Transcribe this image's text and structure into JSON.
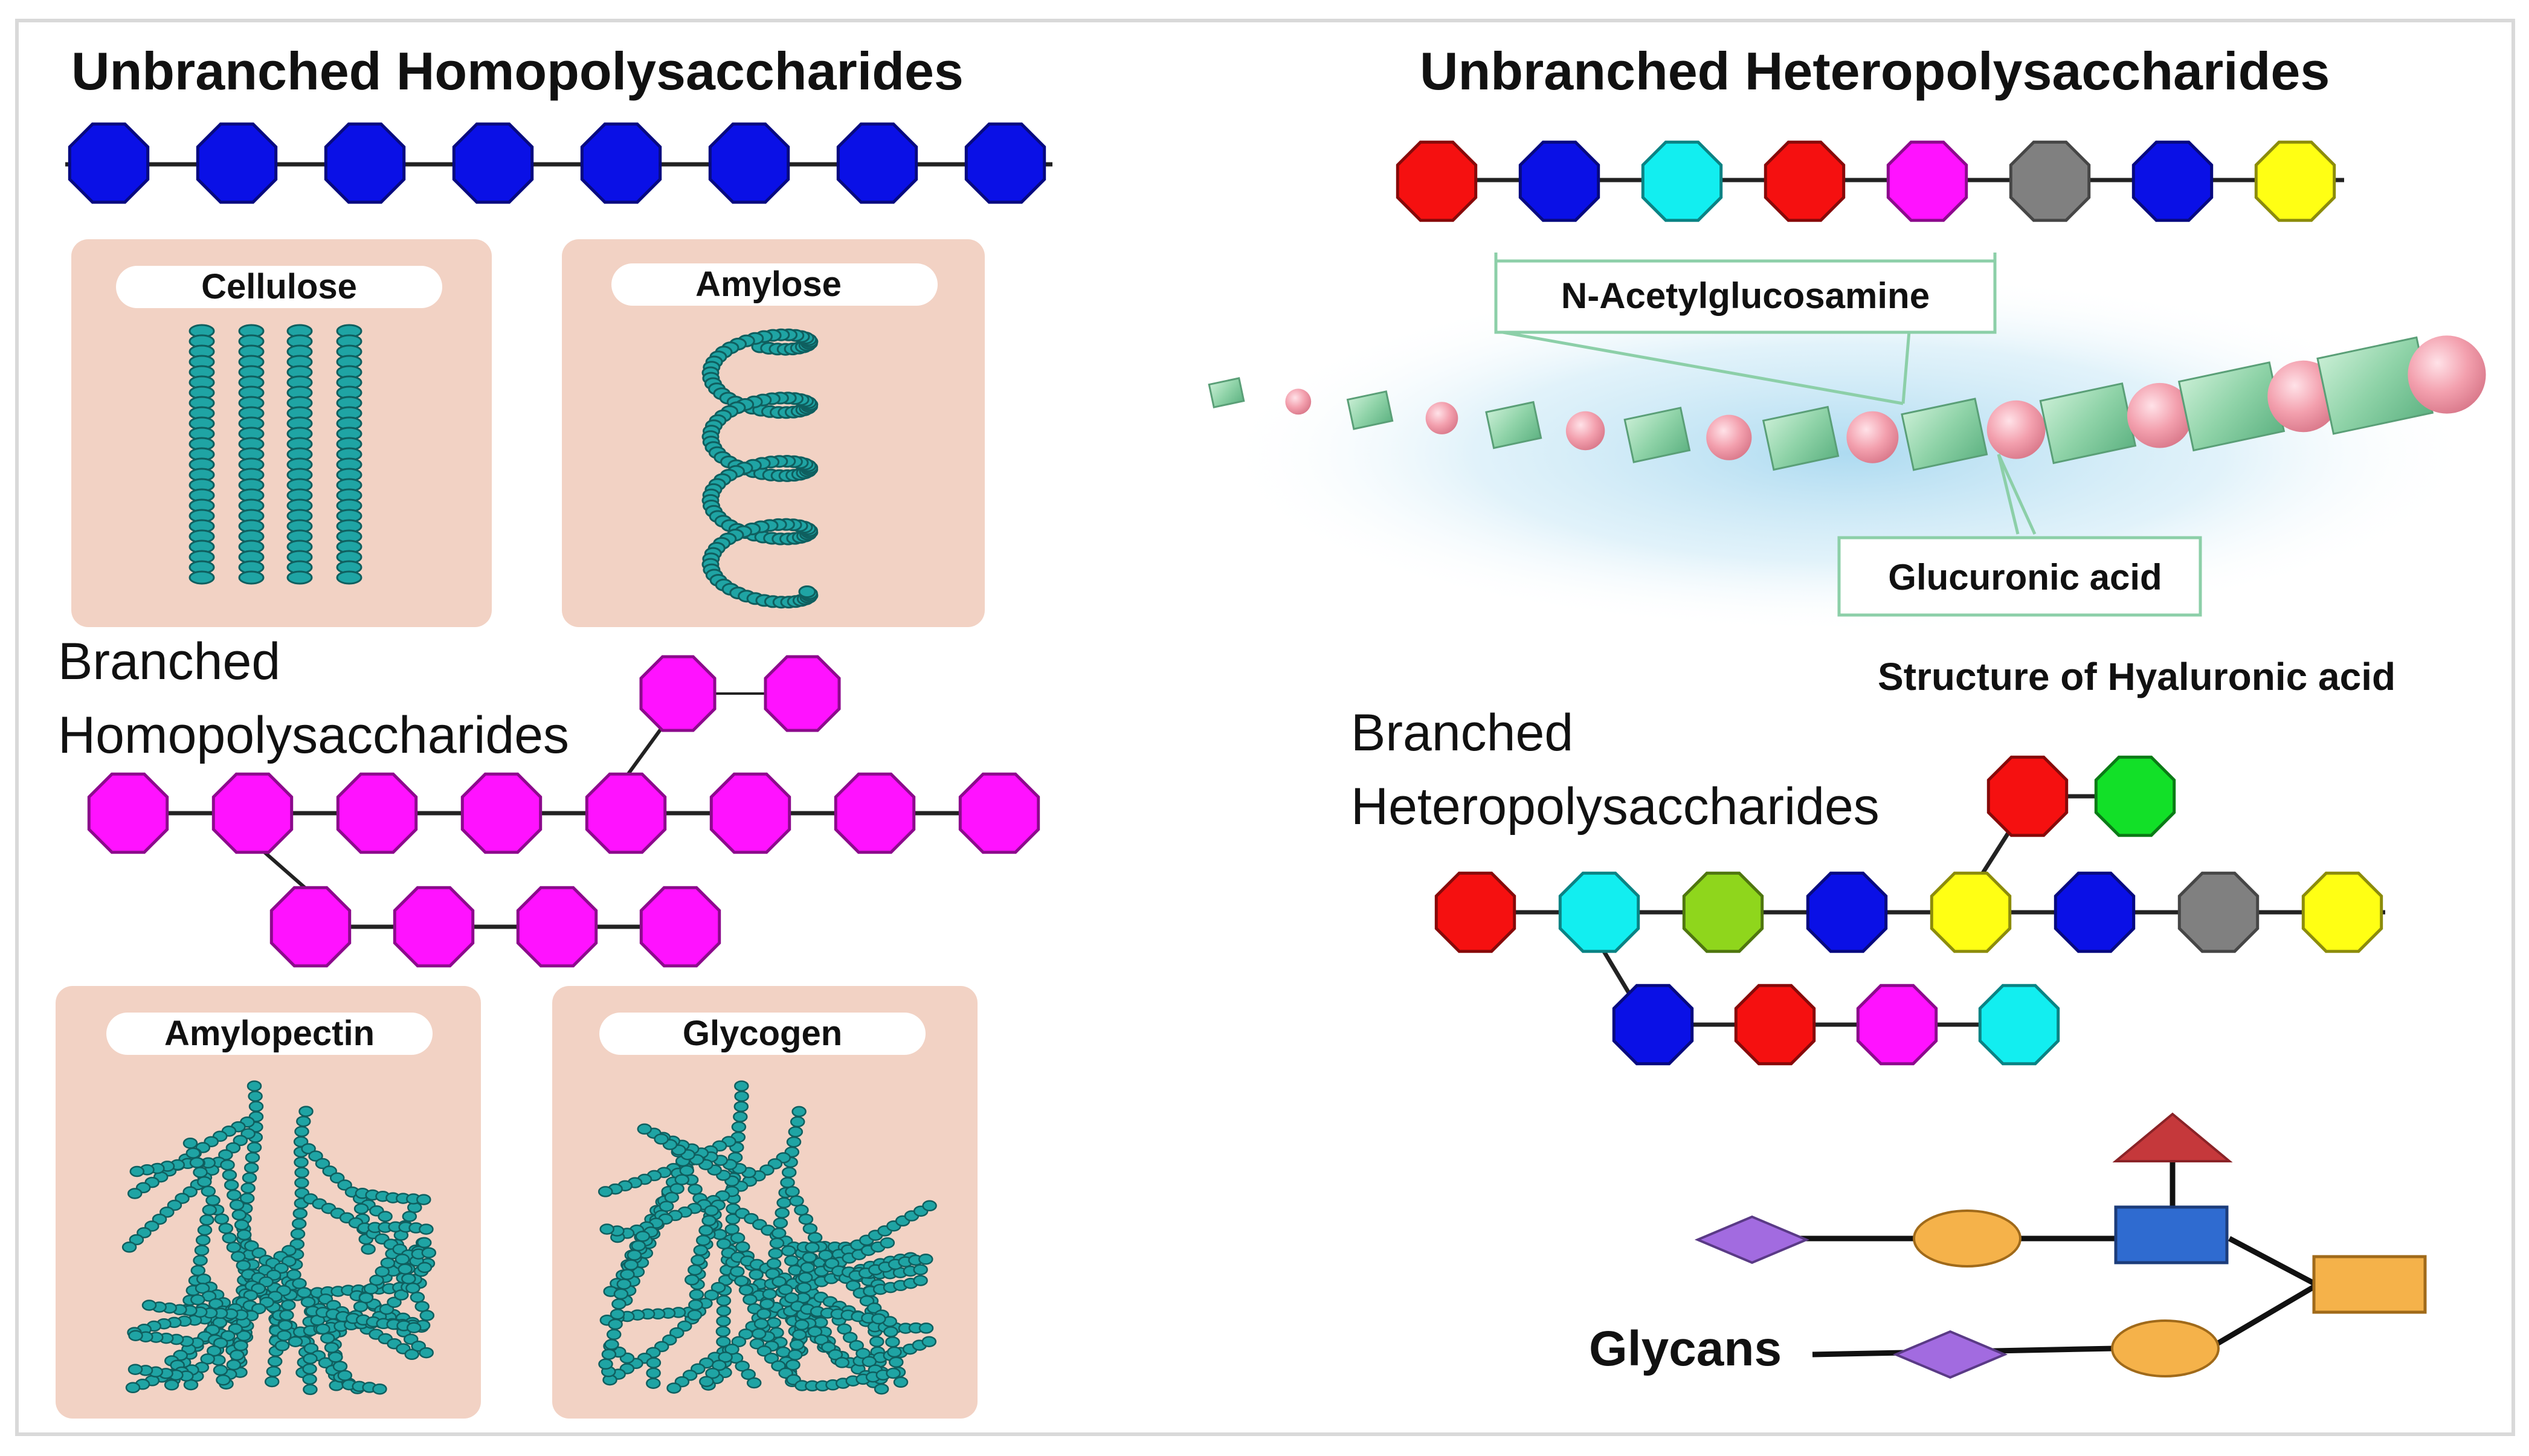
{
  "sections": {
    "unbranched_homo": "Unbranched Homopolysaccharides",
    "unbranched_hetero": "Unbranched Heteropolysaccharides",
    "branched_homo": [
      "Branched",
      "Homopolysaccharides"
    ],
    "branched_hetero": [
      "Branched",
      "Heteropolysaccharides"
    ]
  },
  "panels": {
    "cellulose": "Cellulose",
    "amylose": "Amylose",
    "amylopectin": "Amylopectin",
    "glycogen": "Glycogen"
  },
  "hyaluronic": {
    "nag_label": "N-Acetylglucosamine",
    "glucuronic_label": "Glucuronic acid",
    "caption": "Structure of Hyaluronic acid"
  },
  "glycans_label": "Glycans",
  "colors": {
    "blue": "#0a10e6",
    "magenta": "#ff12ff",
    "red": "#f51010",
    "cyan": "#12eef0",
    "gray": "#808080",
    "yellow": "#ffff14",
    "green": "#12e028",
    "lime": "#8fd61c",
    "panel_bg": "#f2d2c4",
    "strand": "#1fa4a4",
    "nag_block": "#8fd3a8",
    "glucuronic_sphere": "#f3a0ae"
  },
  "chains": {
    "unbranched_homo": [
      "blue",
      "blue",
      "blue",
      "blue",
      "blue",
      "blue",
      "blue",
      "blue"
    ],
    "unbranched_hetero": [
      "red",
      "blue",
      "cyan",
      "red",
      "magenta",
      "gray",
      "blue",
      "yellow"
    ],
    "branched_homo_main": [
      "magenta",
      "magenta",
      "magenta",
      "magenta",
      "magenta",
      "magenta",
      "magenta",
      "magenta"
    ],
    "branched_homo_side": [
      "magenta",
      "magenta",
      "magenta",
      "magenta"
    ],
    "branched_homo_top": [
      "magenta",
      "magenta"
    ],
    "branched_hetero_main": [
      "red",
      "cyan",
      "lime",
      "blue",
      "yellow",
      "blue",
      "gray",
      "yellow"
    ],
    "branched_hetero_side": [
      "blue",
      "red",
      "magenta",
      "cyan"
    ],
    "branched_hetero_top": [
      "red",
      "green"
    ]
  }
}
